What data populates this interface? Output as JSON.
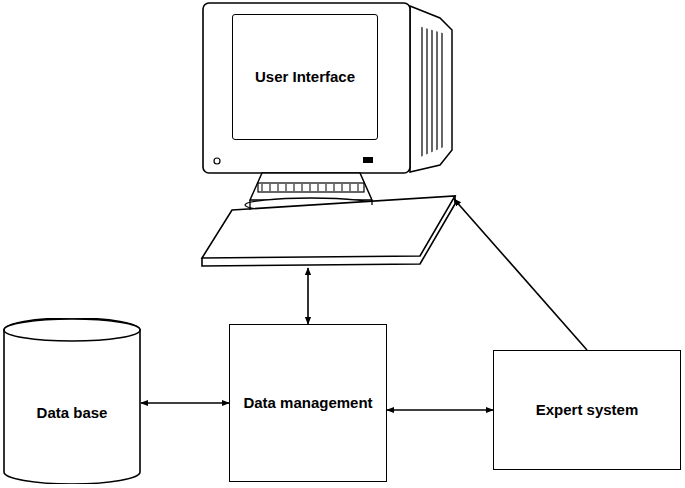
{
  "diagram": {
    "nodes": [
      {
        "text": [
          "User Interface"
        ]
      },
      {
        "text": [
          "Data base"
        ]
      },
      {
        "text": [
          "Data management"
        ]
      },
      {
        "text": [
          "Expert system"
        ]
      }
    ],
    "edges": [
      {
        "from": 0,
        "to": 2,
        "arrow": "both"
      },
      {
        "from": 1,
        "to": 2,
        "arrow": "both"
      },
      {
        "from": 2,
        "to": 3,
        "arrow": "both"
      },
      {
        "from": 3,
        "to": 0,
        "arrow": "to"
      }
    ]
  }
}
